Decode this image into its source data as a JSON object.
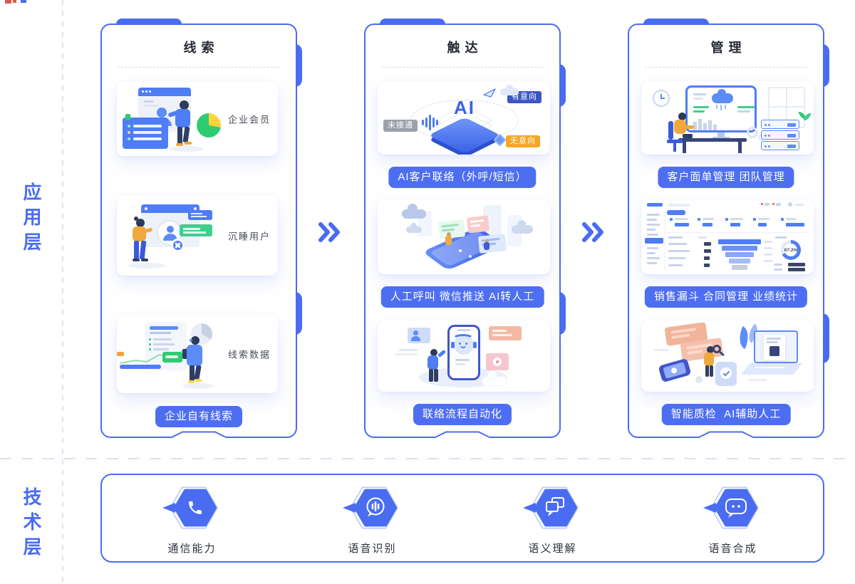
{
  "canvas": {
    "accent_color": "#4a6cf0",
    "button_color": "#4e6ef2",
    "badge_missed_color": "#99a2ac",
    "badge_interested_color": "#3d56c5",
    "badge_uninterested_color": "#f6a623"
  },
  "layer_labels": {
    "application": "应用层",
    "technology": "技术层"
  },
  "panels": [
    {
      "title": "线索",
      "cards": [
        {
          "label": "企业会员"
        },
        {
          "label": "沉睡用户"
        },
        {
          "label": "线索数据"
        }
      ],
      "footer_button": "企业自有线索"
    },
    {
      "title": "触达",
      "ai_mark": "AI",
      "badges": {
        "missed": "未接通",
        "interested": "有意向",
        "uninterested": "无意向"
      },
      "buttons": [
        "AI客户联络（外呼/短信）",
        "人工呼叫 微信推送 AI转人工",
        "联络流程自动化"
      ]
    },
    {
      "title": "管理",
      "dashboard": {
        "donut_value": "67.2%"
      },
      "buttons": [
        "客户面单管理 团队管理",
        "销售漏斗 合同管理 业绩统计",
        "智能质检  AI辅助人工"
      ]
    }
  ],
  "technology_section": {
    "capabilities": [
      {
        "label": "通信能力",
        "icon": "phone-handset-icon"
      },
      {
        "label": "语音识别",
        "icon": "voice-recognition-icon"
      },
      {
        "label": "语义理解",
        "icon": "semantic-understanding-icon"
      },
      {
        "label": "语音合成",
        "icon": "speech-synthesis-icon"
      }
    ]
  }
}
